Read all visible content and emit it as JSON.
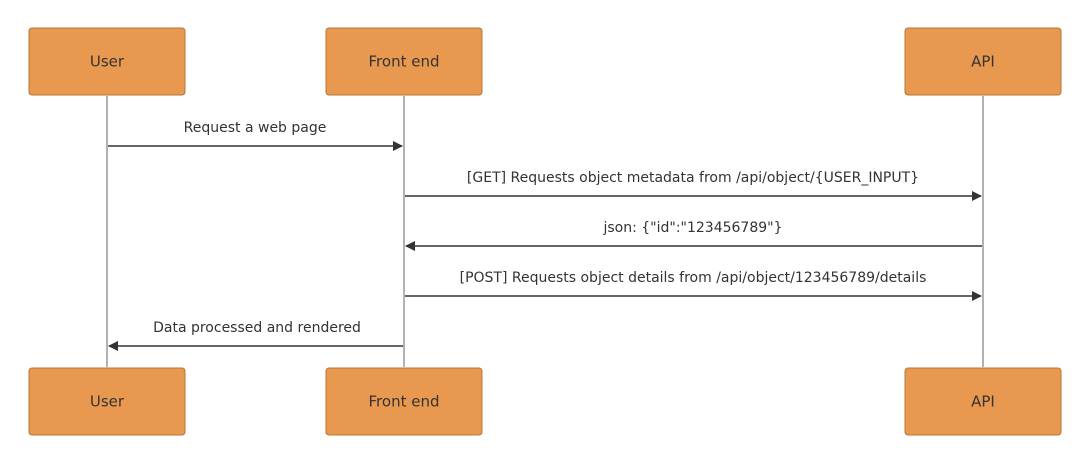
{
  "diagram": {
    "type": "sequence",
    "colors": {
      "actor_fill": "#E9994F",
      "actor_border": "#B5773A",
      "lifeline": "#999999",
      "message": "#333333"
    },
    "participants": [
      {
        "id": "user",
        "label": "User"
      },
      {
        "id": "frontend",
        "label": "Front end"
      },
      {
        "id": "api",
        "label": "API"
      }
    ],
    "messages": [
      {
        "from": "user",
        "to": "frontend",
        "label": "Request a web page"
      },
      {
        "from": "frontend",
        "to": "api",
        "label": "[GET] Requests object metadata from /api/object/{USER_INPUT}"
      },
      {
        "from": "api",
        "to": "frontend",
        "label": "json: {\"id\":\"123456789\"}"
      },
      {
        "from": "frontend",
        "to": "api",
        "label": "[POST] Requests object details from /api/object/123456789/details"
      },
      {
        "from": "frontend",
        "to": "user",
        "label": "Data processed and rendered"
      }
    ]
  }
}
